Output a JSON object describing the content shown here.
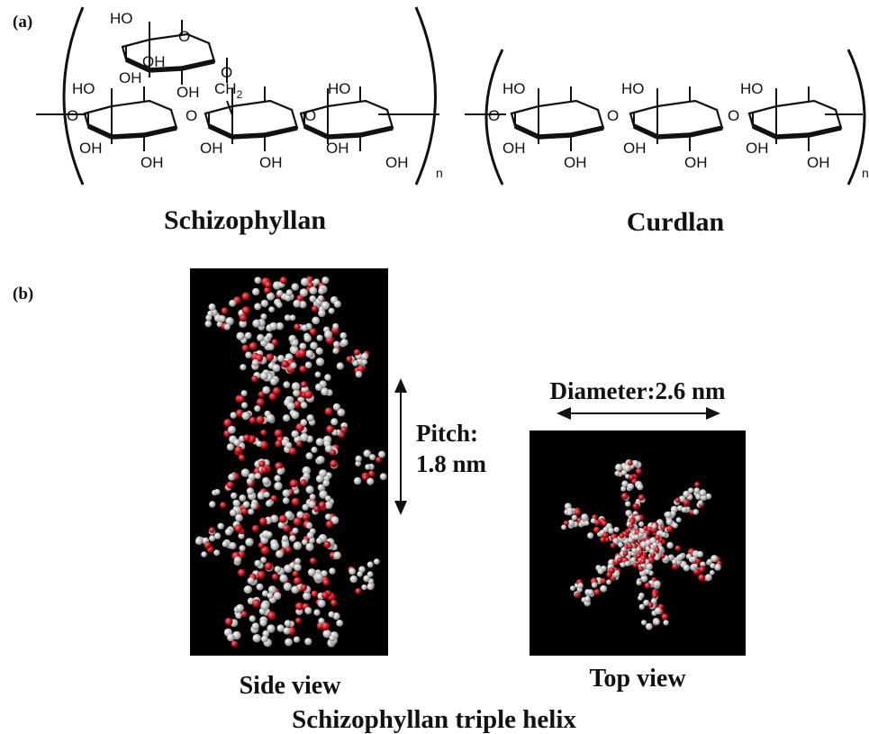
{
  "panel_labels": {
    "a": "(a)",
    "b": "(b)"
  },
  "schizophyllan": {
    "name": "Schizophyllan",
    "repeat_subscript": "n",
    "groups": {
      "ho": "HO",
      "oh": "OH",
      "o": "O",
      "ch2": "CH",
      "ch2_subscript": "2"
    }
  },
  "curdlan": {
    "name": "Curdlan",
    "repeat_subscript": "n"
  },
  "helix": {
    "side_view_label": "Side view",
    "top_view_label": "Top view",
    "caption": "Schizophyllan triple helix",
    "pitch_label": "Pitch:",
    "pitch_value": "1.8 nm",
    "diameter_label": "Diameter:2.6 nm"
  },
  "colors": {
    "background": "#000000",
    "carbon_atom": "#c9c9c9",
    "oxygen_atom": "#c0131b",
    "bond_line": "#111111"
  }
}
